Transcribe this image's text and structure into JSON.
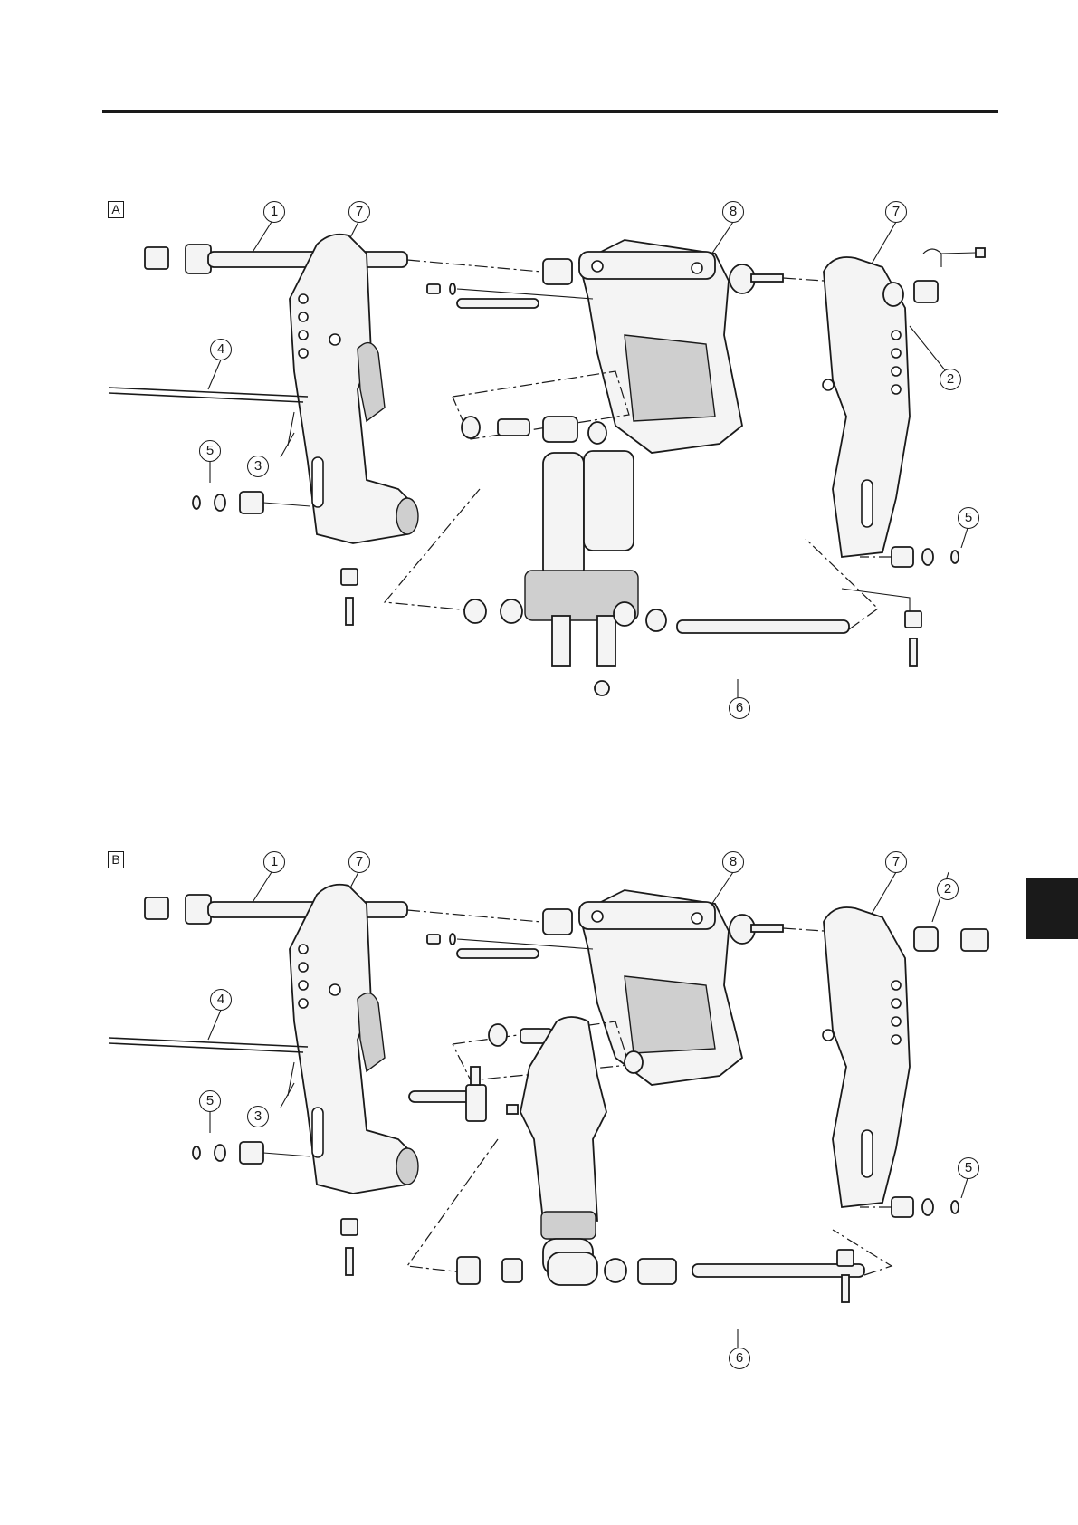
{
  "sections": [
    {
      "id": "A",
      "callouts": [
        "1",
        "7",
        "8",
        "7",
        "4",
        "2",
        "5",
        "3",
        "5",
        "6"
      ]
    },
    {
      "id": "B",
      "callouts": [
        "1",
        "7",
        "8",
        "7",
        "2",
        "4",
        "5",
        "3",
        "5",
        "6"
      ]
    }
  ],
  "icons": [
    "exploded-parts-drawing",
    "section-marker",
    "callout-number"
  ],
  "colors": {
    "ink": "#1a1a1a",
    "paper": "#ffffff",
    "tab": "#1a1a1a"
  }
}
